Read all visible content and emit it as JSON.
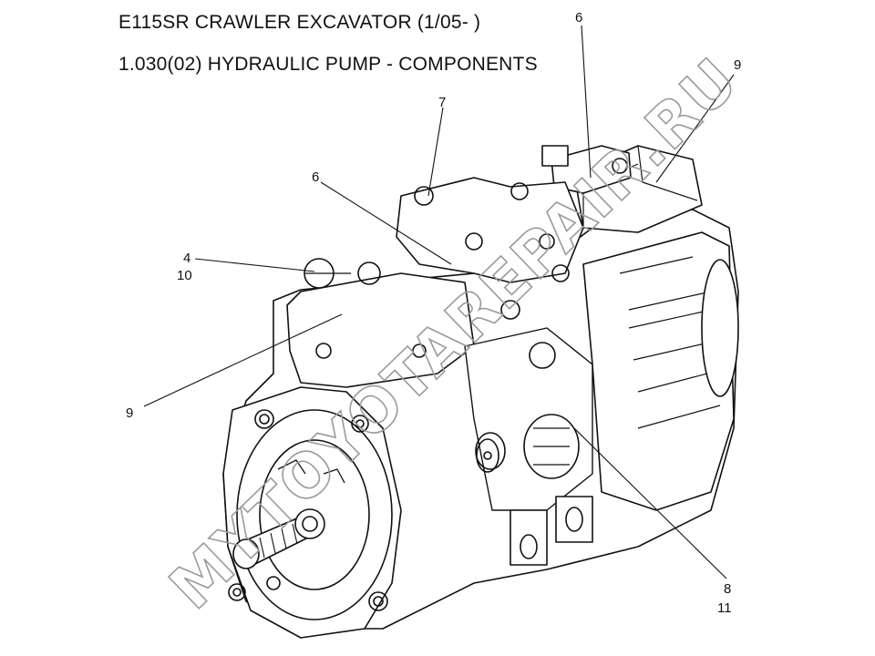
{
  "header": {
    "title": "E115SR CRAWLER EXCAVATOR (1/05- )",
    "subtitle": "1.030(02) HYDRAULIC PUMP - COMPONENTS"
  },
  "callouts": {
    "c6_top": "6",
    "c9_right": "9",
    "c7": "7",
    "c6_mid": "6",
    "c4": "4",
    "c10": "10",
    "c9_left": "9",
    "c8": "8",
    "c11": "11"
  },
  "watermark": {
    "text": "MYTOYOTAREPAIR.RU"
  },
  "colors": {
    "ink": "#111111",
    "watermark": "#9a9a9a",
    "background": "#ffffff"
  }
}
